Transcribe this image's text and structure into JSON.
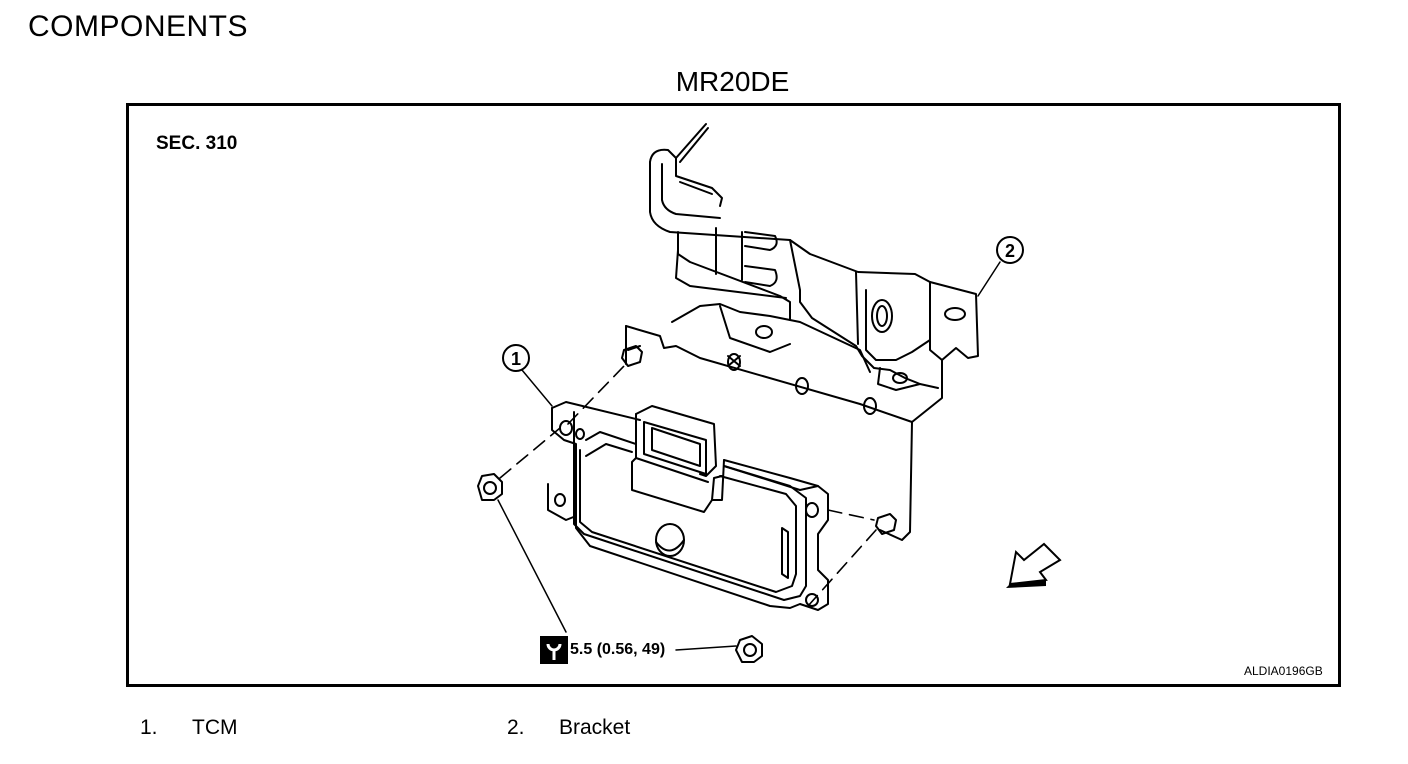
{
  "page": {
    "heading": "COMPONENTS",
    "subtitle": "MR20DE"
  },
  "figure": {
    "section": "SEC. 310",
    "code": "ALDIA0196GB",
    "torque": "5.5 (0.56, 49)",
    "callouts": [
      "1",
      "2"
    ],
    "icons": [
      "torque-wrench-icon",
      "front-direction-arrow-icon"
    ]
  },
  "legend": [
    {
      "number": "1.",
      "label": "TCM"
    },
    {
      "number": "2.",
      "label": "Bracket"
    }
  ]
}
